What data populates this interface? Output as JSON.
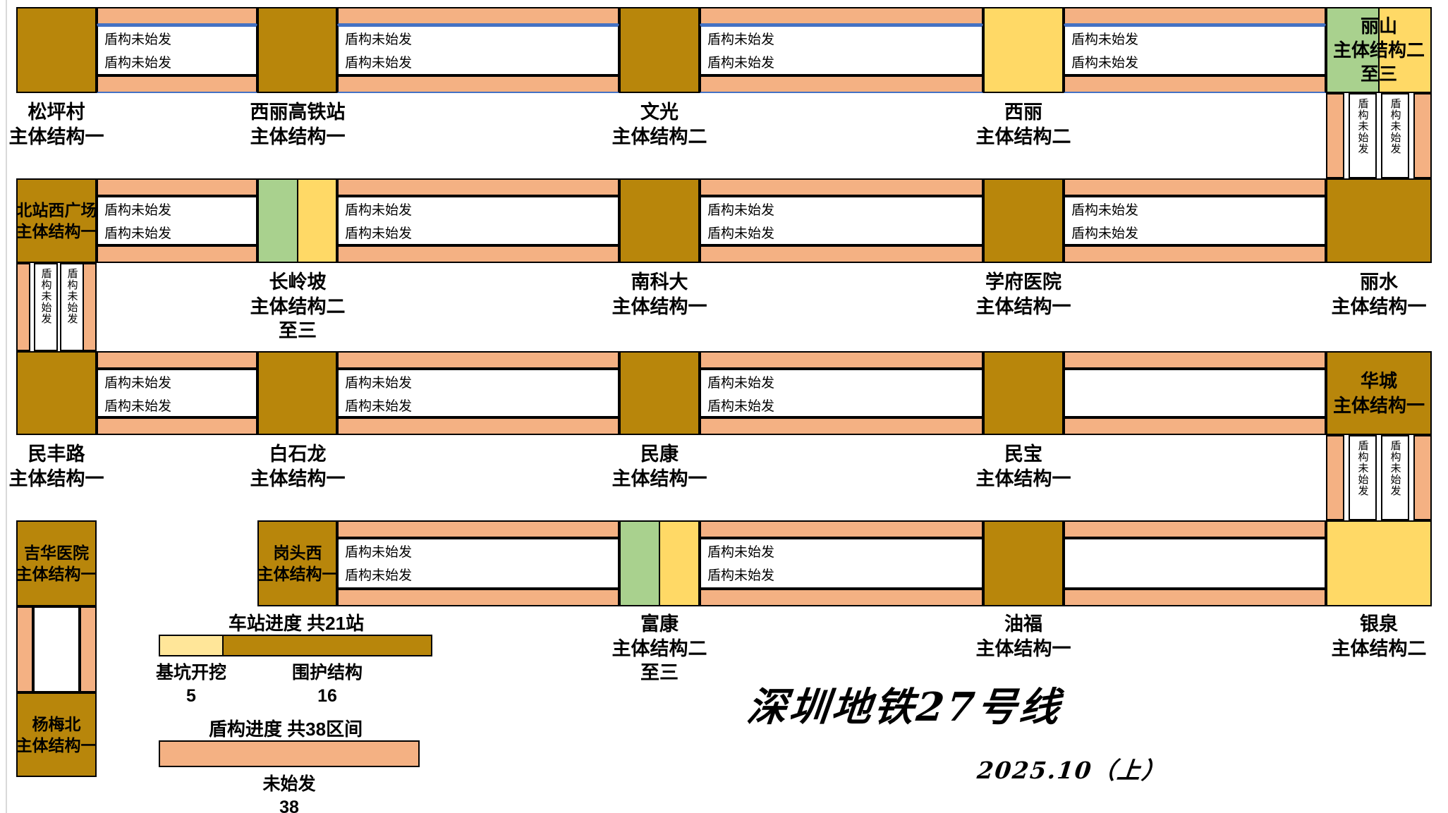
{
  "title": {
    "line_name": "深圳地铁27号线",
    "period": "2025.10（上）"
  },
  "labels": {
    "shield": "盾构未始发"
  },
  "stations": {
    "songpingcun": {
      "name": "松坪村",
      "status": "主体结构一"
    },
    "xili_gaotiezhan": {
      "name": "西丽高铁站",
      "status": "主体结构一"
    },
    "wenguang": {
      "name": "文光",
      "status": "主体结构二"
    },
    "xili": {
      "name": "西丽",
      "status": "主体结构二"
    },
    "lishan": {
      "name": "丽山",
      "status": "主体结构二",
      "status2": "至三"
    },
    "beizhan_xiguangchang": {
      "name": "北站西广场",
      "status": "主体结构一"
    },
    "changlingpo": {
      "name": "长岭坡",
      "status": "主体结构二",
      "status2": "至三"
    },
    "nankeda": {
      "name": "南科大",
      "status": "主体结构一"
    },
    "xuefu_yiyuan": {
      "name": "学府医院",
      "status": "主体结构一"
    },
    "lishui": {
      "name": "丽水",
      "status": "主体结构一"
    },
    "minfenglu": {
      "name": "民丰路",
      "status": "主体结构一"
    },
    "baishilong": {
      "name": "白石龙",
      "status": "主体结构一"
    },
    "minkang": {
      "name": "民康",
      "status": "主体结构一"
    },
    "minbao": {
      "name": "民宝",
      "status": "主体结构一"
    },
    "huacheng": {
      "name": "华城",
      "status": "主体结构一"
    },
    "jihua_yiyuan": {
      "name": "吉华医院",
      "status": "主体结构一"
    },
    "gangtouxi": {
      "name": "岗头西",
      "status": "主体结构一"
    },
    "fukang": {
      "name": "富康",
      "status": "主体结构二",
      "status2": "至三"
    },
    "youfu": {
      "name": "油福",
      "status": "主体结构一"
    },
    "yinquan": {
      "name": "银泉",
      "status": "主体结构二"
    },
    "yangmeibei": {
      "name": "杨梅北",
      "status": "主体结构一"
    }
  },
  "legend": {
    "station_title": "车站进度 共21站",
    "pit_label": "基坑开挖",
    "pit_count": "5",
    "enclosure_label": "围护结构",
    "enclosure_count": "16",
    "shield_title": "盾构进度 共38区间",
    "not_launched_label": "未始发",
    "not_launched_count": "38"
  },
  "colors": {
    "gold": "#B8860B",
    "yellow": "#FFD966",
    "green": "#A9D18E",
    "orange": "#F4B183",
    "lyellow": "#FFE699",
    "blue": "#4472C4"
  }
}
